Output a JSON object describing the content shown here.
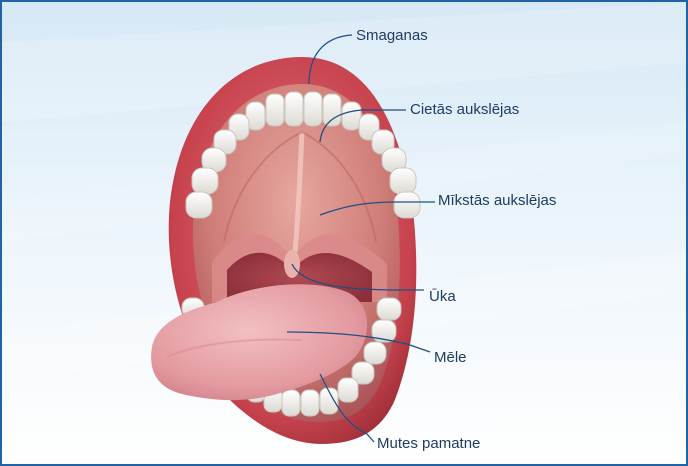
{
  "labels": {
    "smaganas": "Smaganas",
    "cietas_aukslejas": "Cietās aukslējas",
    "mikstas_aukslejas": "Mīkstās aukslējas",
    "uka": "Ūka",
    "mele": "Mēle",
    "mutes_pamatne": "Mutes pamatne"
  },
  "colors": {
    "border": "#1f63a8",
    "leader_line": "#1f4f86",
    "label_text": "#1d3c63",
    "lips": "#c6454d",
    "mouth_cavity": "#c96a6a",
    "tongue": "#e29aa0",
    "teeth": "#f2f2ef"
  }
}
